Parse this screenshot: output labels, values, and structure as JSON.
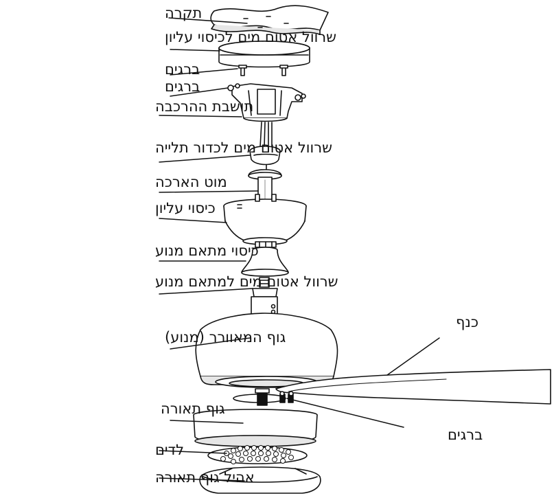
{
  "labels": {
    "ceiling": "תקרה",
    "canopy_top_sleeve": "שרוול אטום מים לכיסוי עליון",
    "screws_1": "ברגים",
    "screws_2": "ברגים",
    "mounting_bracket": "תושבת ההרכבה",
    "hanger_ball_sleeve": "שרוול אטום מים לכדור תלייה",
    "downrod": "מוט הארכה",
    "upper_canopy": "כיסוי עליון",
    "motor_coupling_cover": "כיסוי מתאם מנוע",
    "motor_coupling_sleeve": "שרוול אטום מים למתאם מנוע",
    "fan_body": "גוף המאוורר (מנוע)",
    "blade": "כנף",
    "light_body": "גוף תאורה",
    "blade_screws": "ברגים",
    "leds": "לדים",
    "light_shade": "אהיל גוף תאורה"
  },
  "colors": {
    "line": "#111111",
    "fill": "#ffffff",
    "shade": "#e6e6e6"
  }
}
